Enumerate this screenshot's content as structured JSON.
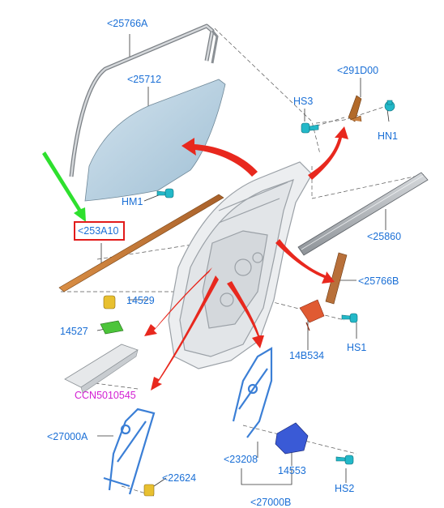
{
  "labels": {
    "l25766A": "<25766A",
    "l25712": "<25712",
    "l291D00": "<291D00",
    "lHS3": "HS3",
    "lHN1": "HN1",
    "lHM1": "HM1",
    "l253A10": "<253A10",
    "l25860": "<25860",
    "l25766B": "<25766B",
    "l14529": "14529",
    "l14527": "14527",
    "lHS1": "HS1",
    "l14B534": "14B534",
    "lCCN": "CCN5010545",
    "l27000A": "<27000A",
    "l22624": "<22624",
    "l23208": "<23208",
    "l14553": "14553",
    "lHS2": "HS2",
    "l27000B": "<27000B"
  },
  "colors": {
    "label_blue": "#1a6fd6",
    "label_magenta": "#d21ed2",
    "highlight_red": "#e21b1b",
    "arrow_red": "#e8281e",
    "arrow_green": "#2ee02e",
    "glass_blue": "#b4cfe0",
    "seal_orange": "#c87a30",
    "fastener_cyan": "#23b8c8",
    "regulator_blue": "#3b7fd6",
    "motor_blue": "#3a5ad6",
    "clip_yellow": "#e8c030",
    "clip_green": "#4cc43a"
  }
}
